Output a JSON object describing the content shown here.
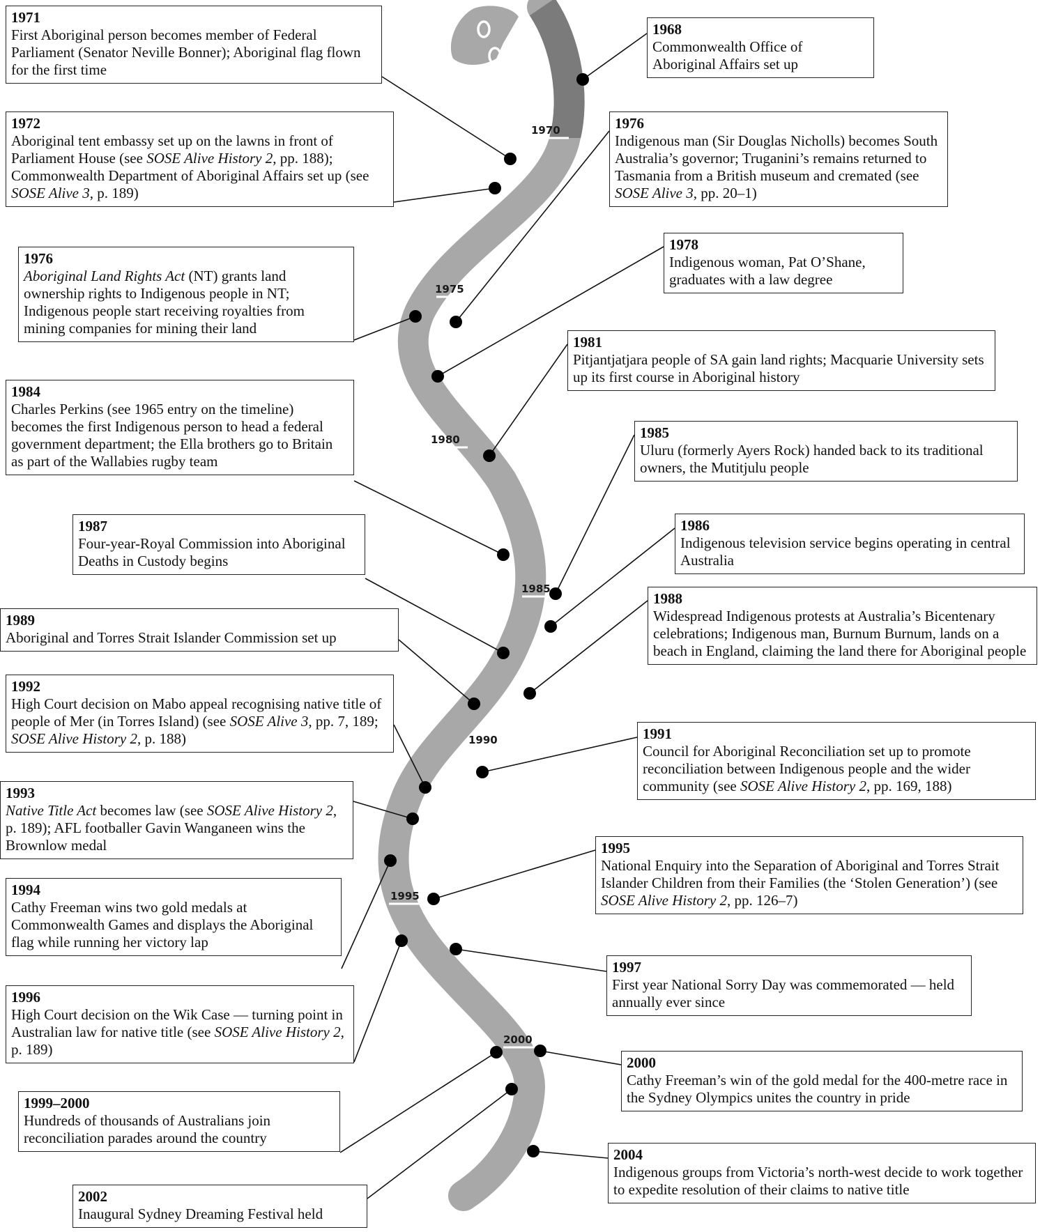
{
  "snake": {
    "body_dark": "#7b7b7b",
    "body_light": "#a8a8a8",
    "divider": "#ffffff",
    "year_markers": [
      "1970",
      "1975",
      "1980",
      "1985",
      "1990",
      "1995",
      "2000"
    ],
    "head_icon": "snake-head-icon"
  },
  "events": [
    {
      "id": "e1971",
      "year": "1971",
      "parts": [
        {
          "t": "First Aboriginal person becomes member of Federal Parliament (Senator Neville Bonner); Aboriginal flag flown for the first time"
        }
      ]
    },
    {
      "id": "e1972",
      "year": "1972",
      "parts": [
        {
          "t": "Aboriginal tent embassy set up on the lawns in front of Parliament House (see "
        },
        {
          "t": "SOSE Alive History 2",
          "i": true
        },
        {
          "t": ", pp. 188); Commonwealth Department of Aboriginal Affairs set up (see "
        },
        {
          "t": "SOSE Alive 3",
          "i": true
        },
        {
          "t": ", p. 189)"
        }
      ]
    },
    {
      "id": "e1976a",
      "year": "1976",
      "parts": [
        {
          "t": "Aboriginal Land Rights Act",
          "i": true
        },
        {
          "t": " (NT) grants land ownership rights to Indigenous people in NT; Indigenous people start receiving royalties from mining companies for mining their land"
        }
      ]
    },
    {
      "id": "e1984",
      "year": "1984",
      "parts": [
        {
          "t": "Charles Perkins (see 1965 entry on the timeline) becomes the first Indigenous person to head a federal government department; the Ella brothers go to Britain as part of the Wallabies rugby team"
        }
      ]
    },
    {
      "id": "e1987",
      "year": "1987",
      "parts": [
        {
          "t": "Four-year-Royal Commission into Aboriginal Deaths in Custody begins"
        }
      ]
    },
    {
      "id": "e1989",
      "year": "1989",
      "parts": [
        {
          "t": "Aboriginal and Torres Strait Islander Commission set up"
        }
      ]
    },
    {
      "id": "e1992",
      "year": "1992",
      "parts": [
        {
          "t": "High Court decision on Mabo appeal recognising native title of people of Mer (in Torres Island) (see "
        },
        {
          "t": "SOSE Alive 3",
          "i": true
        },
        {
          "t": ", pp. 7, 189; "
        },
        {
          "t": "SOSE Alive History 2",
          "i": true
        },
        {
          "t": ", p. 188)"
        }
      ]
    },
    {
      "id": "e1993",
      "year": "1993",
      "parts": [
        {
          "t": "Native Title Act",
          "i": true
        },
        {
          "t": " becomes law (see "
        },
        {
          "t": "SOSE Alive History 2",
          "i": true
        },
        {
          "t": ", p. 189); AFL footballer Gavin Wanganeen wins the Brownlow medal"
        }
      ]
    },
    {
      "id": "e1994",
      "year": "1994",
      "parts": [
        {
          "t": "Cathy Freeman wins two gold medals at Commonwealth Games and displays the Aboriginal flag while running her victory lap"
        }
      ]
    },
    {
      "id": "e1996",
      "year": "1996",
      "parts": [
        {
          "t": "High Court decision on the Wik Case — turning point in Australian law for native title (see "
        },
        {
          "t": "SOSE Alive History 2",
          "i": true
        },
        {
          "t": ", p. 189)"
        }
      ]
    },
    {
      "id": "e1999",
      "year": "1999–2000",
      "parts": [
        {
          "t": "Hundreds of thousands of Australians join reconciliation parades around the country"
        }
      ]
    },
    {
      "id": "e2002",
      "year": "2002",
      "parts": [
        {
          "t": "Inaugural Sydney Dreaming Festival held"
        }
      ]
    },
    {
      "id": "e1968",
      "year": "1968",
      "parts": [
        {
          "t": "Commonwealth Office of Aboriginal Affairs set up"
        }
      ]
    },
    {
      "id": "e1976b",
      "year": "1976",
      "parts": [
        {
          "t": "Indigenous man (Sir Douglas Nicholls) becomes South Australia’s governor; Truganini’s remains returned to Tasmania from a British museum and cremated (see "
        },
        {
          "t": "SOSE Alive 3",
          "i": true
        },
        {
          "t": ", pp. 20–1)"
        }
      ]
    },
    {
      "id": "e1978",
      "year": "1978",
      "parts": [
        {
          "t": "Indigenous woman, Pat O’Shane, graduates with a law degree"
        }
      ]
    },
    {
      "id": "e1981",
      "year": "1981",
      "parts": [
        {
          "t": "Pitjantjatjara people of SA gain land rights; Macquarie University sets up its first course in Aboriginal history"
        }
      ]
    },
    {
      "id": "e1985",
      "year": "1985",
      "parts": [
        {
          "t": "Uluru (formerly Ayers Rock) handed back to its traditional owners, the Mutitjulu people"
        }
      ]
    },
    {
      "id": "e1986",
      "year": "1986",
      "parts": [
        {
          "t": "Indigenous television service begins operating in central Australia"
        }
      ]
    },
    {
      "id": "e1988",
      "year": "1988",
      "parts": [
        {
          "t": "Widespread Indigenous protests at Australia’s Bicentenary celebrations; Indigenous man, Burnum Burnum, lands on a beach in England, claiming the land there for Aboriginal people"
        }
      ]
    },
    {
      "id": "e1991",
      "year": "1991",
      "parts": [
        {
          "t": "Council for Aboriginal Reconciliation set up to promote reconciliation between Indigenous people and the wider community (see "
        },
        {
          "t": "SOSE Alive History 2",
          "i": true
        },
        {
          "t": ", pp. 169, 188)"
        }
      ]
    },
    {
      "id": "e1995",
      "year": "1995",
      "parts": [
        {
          "t": "National Enquiry into the Separation of Aboriginal and Torres Strait Islander Children from their Families (the ‘Stolen Generation’) (see "
        },
        {
          "t": "SOSE Alive History 2",
          "i": true
        },
        {
          "t": ", pp. 126–7)"
        }
      ]
    },
    {
      "id": "e1997",
      "year": "1997",
      "parts": [
        {
          "t": "First year National Sorry Day was commemorated — held annually ever since"
        }
      ]
    },
    {
      "id": "e2000",
      "year": "2000",
      "parts": [
        {
          "t": "Cathy Freeman’s win of the gold medal for the 400-metre race in the Sydney Olympics unites the country in pride"
        }
      ]
    },
    {
      "id": "e2004",
      "year": "2004",
      "parts": [
        {
          "t": "Indigenous groups from Victoria’s north-west decide to work together to expedite resolution of their claims to native title"
        }
      ]
    }
  ]
}
